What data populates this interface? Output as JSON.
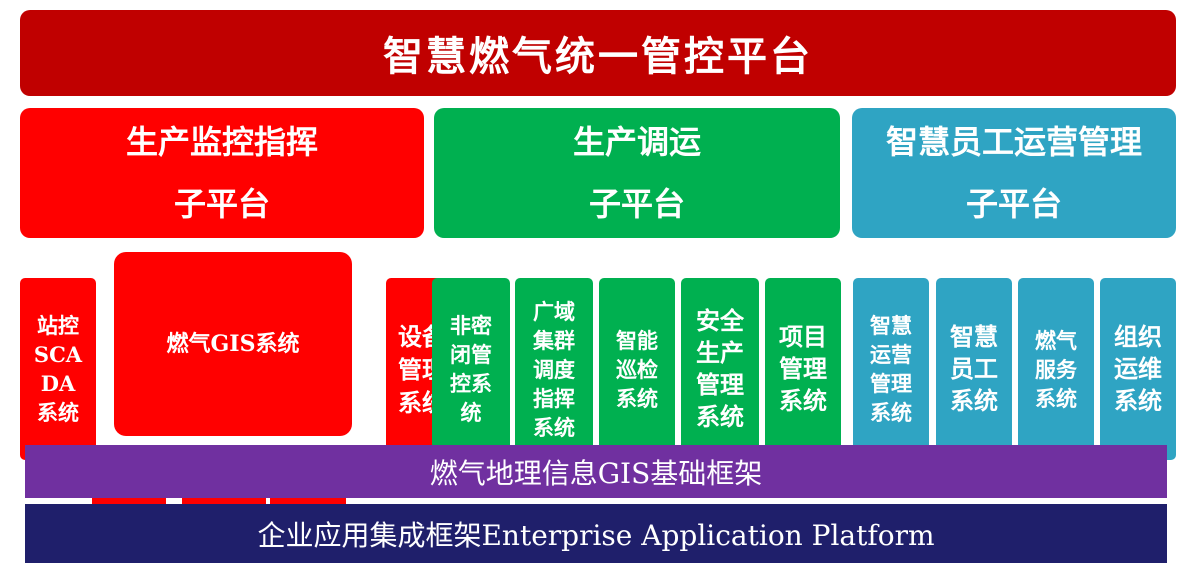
{
  "title": "智慧燃气统一管控平台",
  "subplatforms": [
    {
      "line1": "生产监控指挥",
      "line2": "子平台"
    },
    {
      "line1": "生产调运",
      "line2": "子平台"
    },
    {
      "line1": "智慧员工运营管理",
      "line2": "子平台"
    }
  ],
  "systems": {
    "scada": "站控\nSCA\nDA\n系统",
    "gis": "燃气GIS系统",
    "device": "设备\n管理\n系统",
    "nonsecret": "非密\n闭管\n控系\n统",
    "cluster": "广域\n集群\n调度\n指挥\n系统",
    "inspection": "智能\n巡检\n系统",
    "safety": "安全\n生产\n管理\n系统",
    "project": "项目\n管理\n系统",
    "operation": "智慧\n运营\n管理\n系统",
    "employee": "智慧\n员工\n系统",
    "gasservice": "燃气\n服务\n系统",
    "orgmaint": "组织\n运维\n系统"
  },
  "gis_framework": "燃气地理信息GIS基础框架",
  "enterprise_framework": "企业应用集成框架Enterprise Application Platform"
}
